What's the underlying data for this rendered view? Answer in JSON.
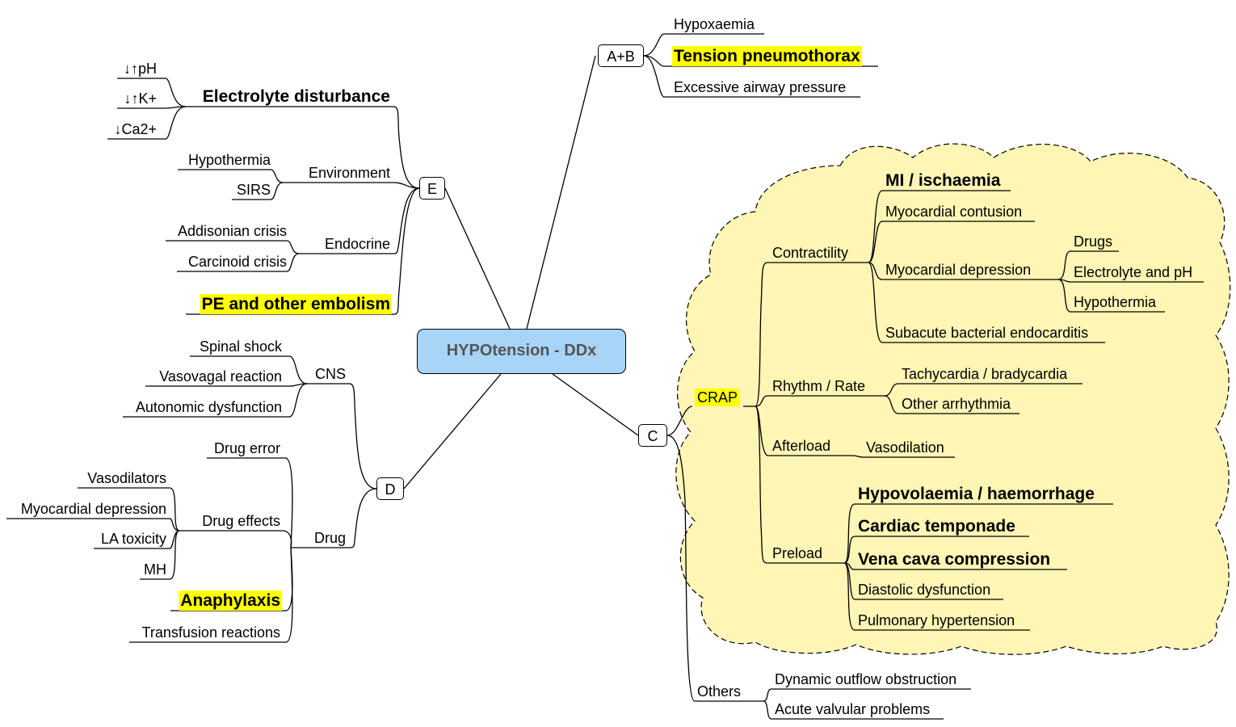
{
  "central": {
    "title": "HYPOtension - DDx"
  },
  "tags": {
    "ab": "A+B",
    "e": "E",
    "d": "D",
    "c": "C"
  },
  "ab": {
    "items": [
      "Hypoxaemia",
      "Tension pneumothorax",
      "Excessive airway pressure"
    ]
  },
  "e": {
    "electrolyte": {
      "label": "Electrolyte disturbance",
      "items": [
        "↓↑pH",
        "↓↑K+",
        "↓Ca2+"
      ]
    },
    "environment": {
      "label": "Environment",
      "items": [
        "Hypothermia",
        "SIRS"
      ]
    },
    "endocrine": {
      "label": "Endocrine",
      "items": [
        "Addisonian crisis",
        "Carcinoid crisis"
      ]
    },
    "pe": "PE and other embolism"
  },
  "d": {
    "cns": {
      "label": "CNS",
      "items": [
        "Spinal shock",
        "Vasovagal reaction",
        "Autonomic dysfunction"
      ]
    },
    "drug": {
      "label": "Drug",
      "drug_error": "Drug error",
      "effects": {
        "label": "Drug effects",
        "items": [
          "Vasodilators",
          "Myocardial depression",
          "LA toxicity",
          "MH"
        ]
      },
      "anaphylaxis": "Anaphylaxis",
      "transfusion": "Transfusion reactions"
    }
  },
  "c": {
    "crap": {
      "label": "CRAP",
      "contractility": {
        "label": "Contractility",
        "mi": "MI / ischaemia",
        "contusion": "Myocardial contusion",
        "depression": {
          "label": "Myocardial depression",
          "items": [
            "Drugs",
            "Electrolyte and pH",
            "Hypothermia"
          ]
        },
        "sbe": "Subacute bacterial endocarditis"
      },
      "rhythm": {
        "label": "Rhythm / Rate",
        "items": [
          "Tachycardia / bradycardia",
          "Other arrhythmia"
        ]
      },
      "afterload": {
        "label": "Afterload",
        "item": "Vasodilation"
      },
      "preload": {
        "label": "Preload",
        "items": [
          "Hypovolaemia / haemorrhage",
          "Cardiac temponade",
          "Vena cava compression",
          "Diastolic dysfunction",
          "Pulmonary hypertension"
        ]
      }
    },
    "others": {
      "label": "Others",
      "items": [
        "Dynamic outflow obstruction",
        "Acute valvular problems"
      ]
    }
  },
  "colors": {
    "central_fill": "#a8d4f8",
    "highlight": "#ffff00",
    "cloud_fill": "#fff5b4"
  }
}
